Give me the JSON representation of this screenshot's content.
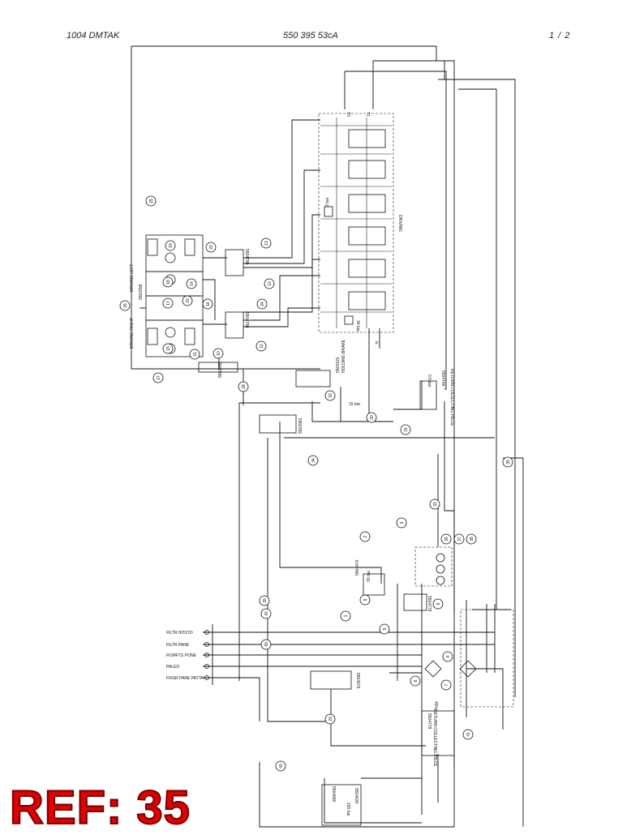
{
  "header": {
    "left": "1004 DMTAK",
    "center": "550 395 53cA",
    "right": "1 /  2"
  },
  "labels": {
    "driving_left": "DRIVING LEFT",
    "driving_right": "DRIVING RIGHT",
    "driving": "DRIVING",
    "holding_brake": "HOLDING BRAKE",
    "return_collecting_piece_1": "RETURN COLLECTING PIECE",
    "return_collecting_piece_2": "RETURN COLLECTING PIECE",
    "p_left": "5502958",
    "p_valve": "5504780",
    "p_valve2": "5504780",
    "p_bottom": "5502956",
    "p_brake": "5504115",
    "p_mid": "5502981",
    "p_ret": "5504746",
    "p_ret2": "5504670",
    "p_sub": "5504778",
    "p_sub2": "5504676",
    "p_vert": "5504779",
    "p_lower": "5504680",
    "p_last": "5504630",
    "bar_34": "34 bar",
    "bar_150": "150 bar",
    "bar_15": "15 bar",
    "bar_05": "0.5 bar",
    "bar_3": "3 bar",
    "bar_20": "20 bar",
    "pct_45": "45%",
    "p_label": "P",
    "t1_label": "T1",
    "t3_label": "T3"
  },
  "connectors": [
    {
      "text": "FILTR HOSTO"
    },
    {
      "text": "FILTR PANE"
    },
    {
      "text": "FIORFTS PONE"
    },
    {
      "text": "PALEO"
    },
    {
      "text": "FIKSR PANE PATTA"
    }
  ],
  "callouts": [
    "25",
    "19",
    "18",
    "15",
    "22",
    "14",
    "13",
    "12",
    "23",
    "17",
    "24",
    "11",
    "21",
    "16",
    "26",
    "27",
    "28",
    "10",
    "32",
    "30",
    "31",
    "34",
    "35",
    "3",
    "2",
    "36",
    "37",
    "38",
    "39",
    "40",
    "42",
    "9",
    "8",
    "1",
    "5",
    "4",
    "6",
    "7",
    "41",
    "20",
    "33",
    "43"
  ],
  "ref": "REF: 35"
}
